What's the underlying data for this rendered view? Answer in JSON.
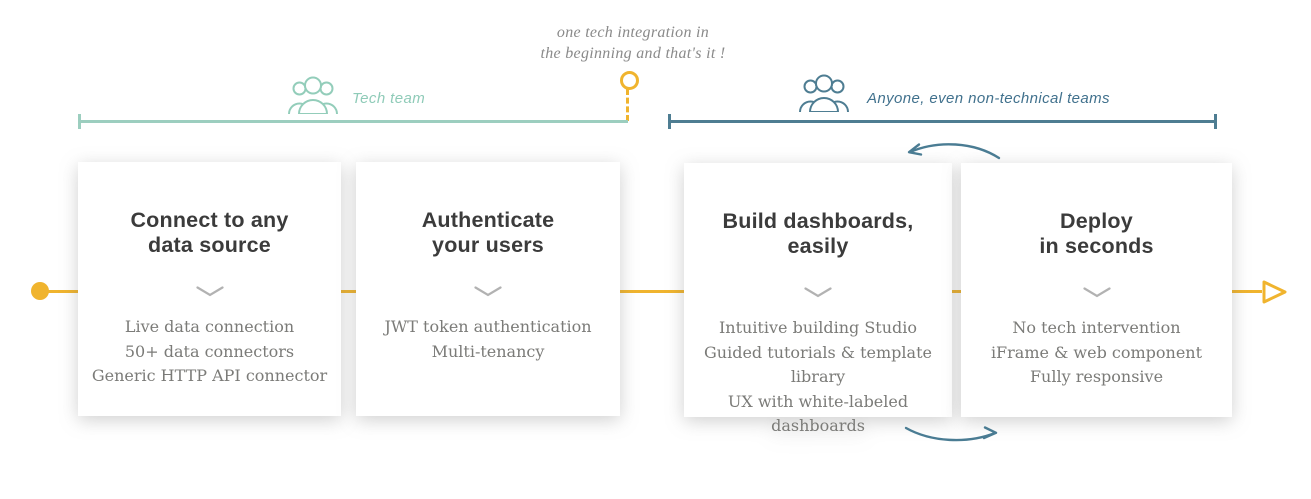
{
  "diagram": {
    "annotation": {
      "line1": "one tech integration in",
      "line2": "the beginning and that's it !"
    },
    "phases": [
      {
        "id": "tech-team",
        "label": "Tech team",
        "color": "#9CCEBF"
      },
      {
        "id": "non-technical",
        "label": "Anyone, even non-technical teams",
        "color": "#4E7D92"
      }
    ],
    "cards": [
      {
        "title_line1": "Connect to any",
        "title_line2": "data source",
        "items": [
          "Live data connection",
          "50+ data connectors",
          "Generic HTTP API connector"
        ]
      },
      {
        "title_line1": "Authenticate",
        "title_line2": "your users",
        "items": [
          "JWT token authentication",
          "Multi-tenancy"
        ]
      },
      {
        "title_line1": "Build dashboards,",
        "title_line2": "easily",
        "items": [
          "Intuitive building Studio",
          "Guided tutorials & template library",
          "UX with white-labeled dashboards"
        ]
      },
      {
        "title_line1": "Deploy",
        "title_line2": "in seconds",
        "items": [
          "No tech intervention",
          "iFrame & web component",
          "Fully responsive"
        ]
      }
    ],
    "colors": {
      "accent_yellow": "#F0B42E",
      "teal_light": "#9CCEBF",
      "steel_blue": "#4E7D92",
      "title_text": "#3B3B3B",
      "body_text": "#7B7B78",
      "annotation_text": "#8A8A8A",
      "chevron_gray": "#B2B2B2"
    },
    "icons": {
      "tech_team": "people-group-icon",
      "non_technical": "people-group-icon",
      "timeline_start": "dot",
      "timeline_end": "open-arrow",
      "iteration": "curved-arrows"
    }
  }
}
